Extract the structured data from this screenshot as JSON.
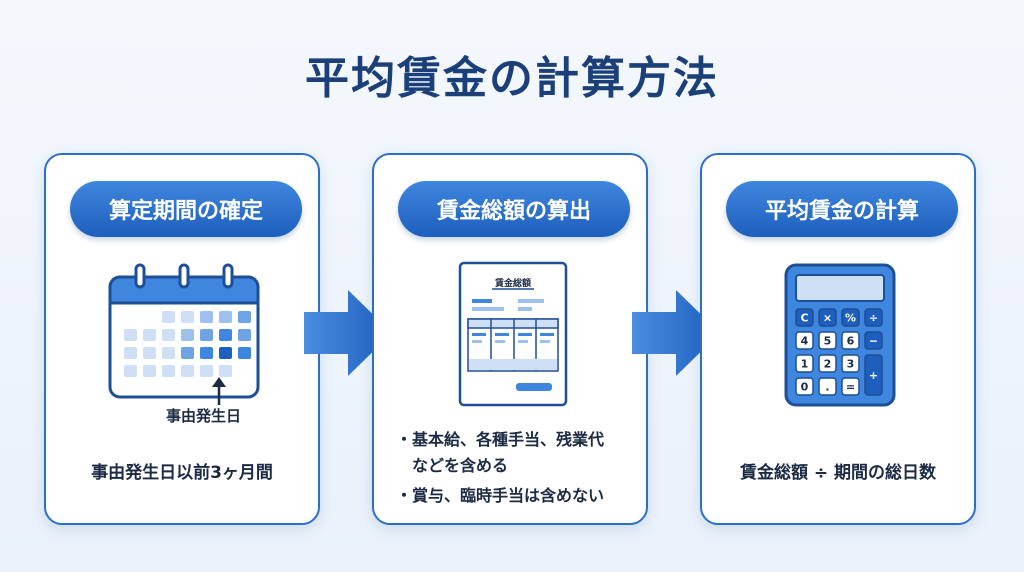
{
  "title": "平均賃金の計算方法",
  "steps": [
    {
      "heading": "算定期間の確定",
      "calendar_label": "事由発生日",
      "caption": "事由発生日以前3ヶ月間"
    },
    {
      "heading": "賃金総額の算出",
      "document_title": "賃金総額",
      "bullets": [
        {
          "marker": "・",
          "lines": [
            "基本給、各種手当、残業代",
            "などを含める"
          ]
        },
        {
          "marker": "・",
          "lines": [
            "賞与、臨時手当は含めない"
          ]
        }
      ]
    },
    {
      "heading": "平均賃金の計算",
      "caption": "賃金総額 ÷ 期間の総日数",
      "calculator_keys": [
        "C",
        "×",
        "%",
        "÷",
        "4",
        "5",
        "6",
        "−",
        "1",
        "2",
        "3",
        "+",
        "0",
        ".",
        "="
      ]
    }
  ],
  "colors": {
    "primary": "#2c6fc9",
    "dark_blue": "#1b3f78",
    "text": "#1c2a44",
    "arrow": "#2f6fd0"
  },
  "icons": [
    "calendar-icon",
    "up-arrow-icon",
    "document-icon",
    "calculator-icon",
    "right-arrow-icon"
  ]
}
